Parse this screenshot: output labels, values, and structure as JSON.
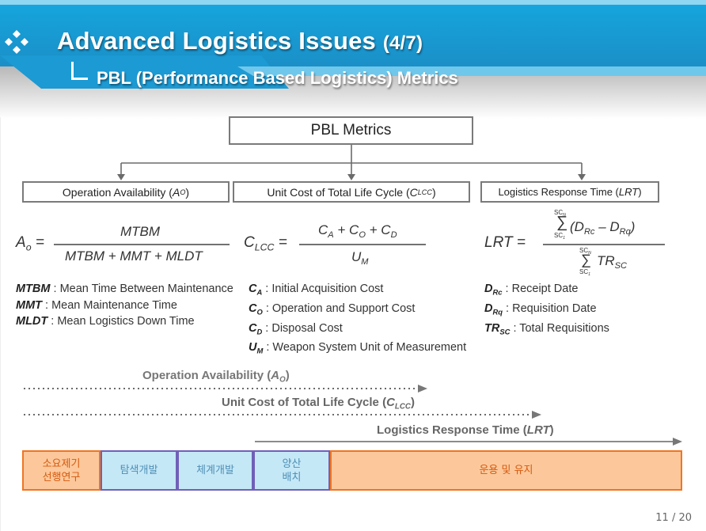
{
  "header": {
    "title": "Advanced Logistics Issues",
    "title_suffix": "(4/7)",
    "subtitle": "PBL (Performance Based Logistics) Metrics",
    "bullet_icon": "diamond-cluster-icon"
  },
  "diagram": {
    "root": "PBL Metrics",
    "children": [
      {
        "label": "Operation Availability (",
        "sym": "A",
        "sub": "O",
        "close": ")"
      },
      {
        "label": "Unit Cost of Total Life Cycle (",
        "sym": "C",
        "sub": "LCC",
        "close": ")"
      },
      {
        "label": "Logistics Response Time (",
        "sym": "LRT",
        "close": ")"
      }
    ]
  },
  "equations": {
    "ao": {
      "lhs": "A",
      "lhs_sub": "o",
      "eq": "=",
      "num": "MTBM",
      "den": "MTBM + MMT + MLDT"
    },
    "clcc": {
      "lhs": "C",
      "lhs_sub": "LCC",
      "eq": "=",
      "num_terms": [
        "C",
        "A",
        "+ C",
        "O",
        "+ C",
        "D"
      ],
      "den": "U",
      "den_sub": "M"
    },
    "lrt": {
      "lhs": "LRT =",
      "sum_top": "SC",
      "sum_top_sub": "N",
      "sum_bottom": "SC",
      "sum_bottom_sub": "1",
      "num_inner": "(D",
      "num_sub1": "Rc",
      "minus": "– D",
      "num_sub2": "Rq",
      "num_close": ")",
      "den_term": "TR",
      "den_sub": "SC"
    }
  },
  "definitions": {
    "ao": [
      {
        "term": "MTBM",
        "text": " : Mean Time Between Maintenance"
      },
      {
        "term": "MMT",
        "text": " : Mean Maintenance Time"
      },
      {
        "term": "MLDT",
        "text": " : Mean Logistics Down Time"
      }
    ],
    "clcc": [
      {
        "term": "C",
        "sub": "A",
        "text": " : Initial Acquisition Cost"
      },
      {
        "term": "C",
        "sub": "O",
        "text": " : Operation and Support Cost"
      },
      {
        "term": "C",
        "sub": "D",
        "text": " : Disposal Cost"
      },
      {
        "term": "U",
        "sub": "M",
        "text": " : Weapon System Unit of Measurement"
      }
    ],
    "lrt": [
      {
        "term": "D",
        "sub": "Rc",
        "text": " : Receipt Date"
      },
      {
        "term": "D",
        "sub": "Rq",
        "text": " : Requisition Date"
      },
      {
        "term": "TR",
        "sub": "SC",
        "text": " : Total Requisitions"
      }
    ]
  },
  "timeline": {
    "ao": {
      "label": "Operation Availability (",
      "sym": "A",
      "sub": "O",
      "close": ")"
    },
    "clcc": {
      "label": "Unit Cost of Total Life Cycle (",
      "sym": "C",
      "sub": "LCC",
      "close": ")"
    },
    "lrt": {
      "label": "Logistics Response Time (",
      "sym": "LRT",
      "close": ")"
    }
  },
  "phases": [
    {
      "label": "소요제기\n선행연구"
    },
    {
      "label": "탐색개발"
    },
    {
      "label": "체계개발"
    },
    {
      "label": "양산\n배치"
    },
    {
      "label": "운용 및 유지"
    }
  ],
  "colors": {
    "header_blue": "#1aa0d8",
    "phase_orange_fill": "#fcc89b",
    "phase_orange_border": "#f07522",
    "phase_blue_fill": "#c5e8f7",
    "phase_blue_border": "#7060b8"
  },
  "page_number": "11 / 20"
}
